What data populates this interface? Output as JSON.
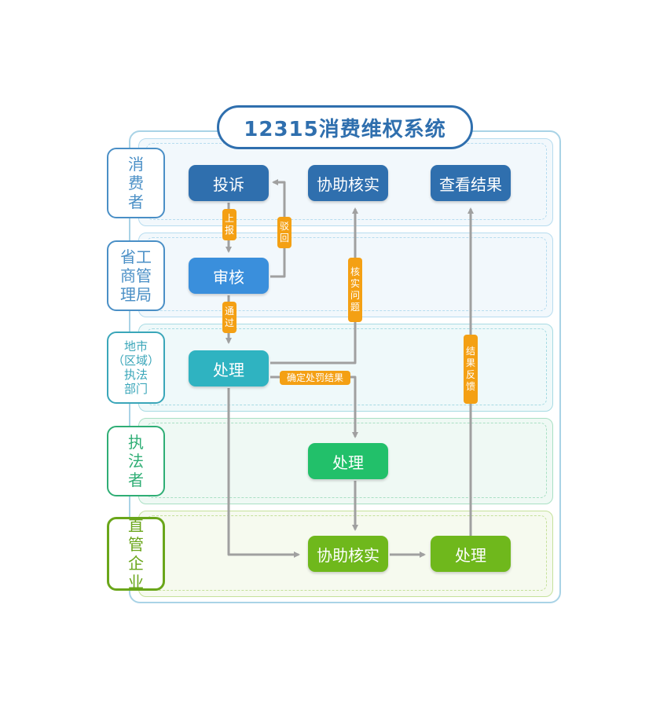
{
  "title": "12315消费维权系统",
  "lanes": [
    {
      "role": "消\n费\n者",
      "color": "#4a8fc6",
      "fill": "#f2f8fc",
      "dash": "#b7dcef"
    },
    {
      "role": "省工\n商管\n理局",
      "color": "#4a8fc6",
      "fill": "#f2f8fc",
      "dash": "#b7dcef"
    },
    {
      "role": "地市\n（区域）\n执法\n部门",
      "color": "#3aa6b9",
      "fill": "#eff9fa",
      "dash": "#a8dbe3"
    },
    {
      "role": "执\n法\n者",
      "color": "#2fae75",
      "fill": "#eff9f4",
      "dash": "#a9e0c4"
    },
    {
      "role": "直\n管\n企\n业",
      "color": "#6aa61a",
      "fill": "#f6faef",
      "dash": "#c5e19b"
    }
  ],
  "nodes": {
    "complaint": "投诉",
    "assist_verify_top": "协助核实",
    "view_result": "查看结果",
    "review": "审核",
    "process_city": "处理",
    "process_enforcer": "处理",
    "assist_verify_bottom": "协助核实",
    "process_company": "处理"
  },
  "node_colors": {
    "consumer": "#2f6fae",
    "bureau": "#3a8fdc",
    "city": "#2fb3c1",
    "enforcer": "#22c06a",
    "company": "#6fb81c"
  },
  "arrow_color": "#a0a0a0",
  "tags": {
    "report": "上\n报",
    "reject": "驳\n回",
    "pass": "通\n过",
    "verify_issue": "核\n实\n问\n题",
    "confirm_penalty": "确定处罚结果",
    "result_feedback": "结\n果\n反\n馈"
  },
  "tag_color": "#f4a014"
}
